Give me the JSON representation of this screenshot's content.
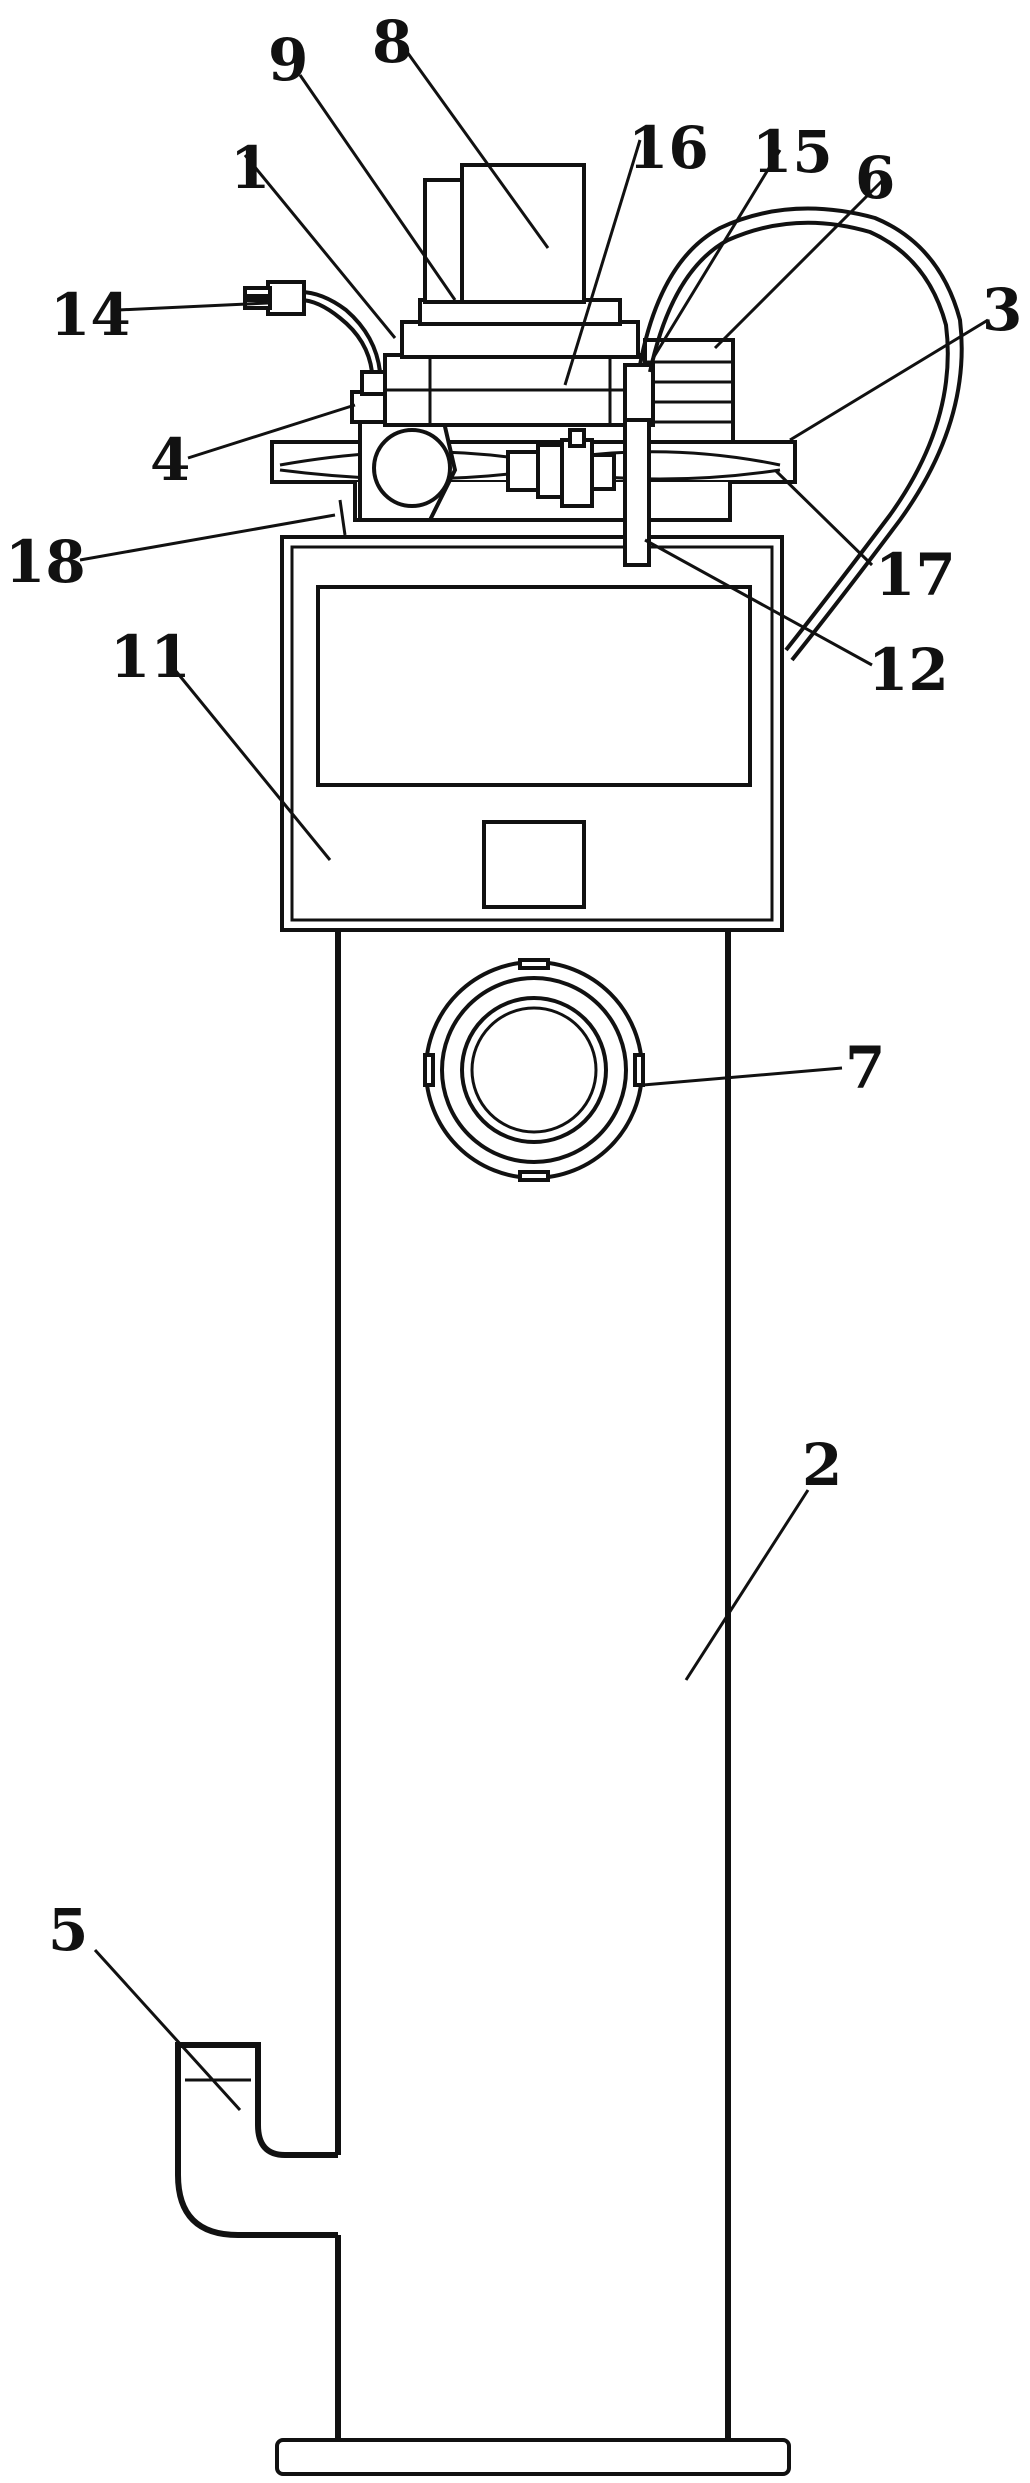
{
  "labels": [
    {
      "id": "label-1",
      "text": "1"
    },
    {
      "id": "label-2",
      "text": "2"
    },
    {
      "id": "label-3",
      "text": "3"
    },
    {
      "id": "label-4",
      "text": "4"
    },
    {
      "id": "label-5",
      "text": "5"
    },
    {
      "id": "label-6",
      "text": "6"
    },
    {
      "id": "label-7",
      "text": "7"
    },
    {
      "id": "label-8",
      "text": "8"
    },
    {
      "id": "label-9",
      "text": "9"
    },
    {
      "id": "label-11",
      "text": "11"
    },
    {
      "id": "label-12",
      "text": "12"
    },
    {
      "id": "label-14",
      "text": "14"
    },
    {
      "id": "label-15",
      "text": "15"
    },
    {
      "id": "label-16",
      "text": "16"
    },
    {
      "id": "label-17",
      "text": "17"
    },
    {
      "id": "label-18",
      "text": "18"
    }
  ]
}
